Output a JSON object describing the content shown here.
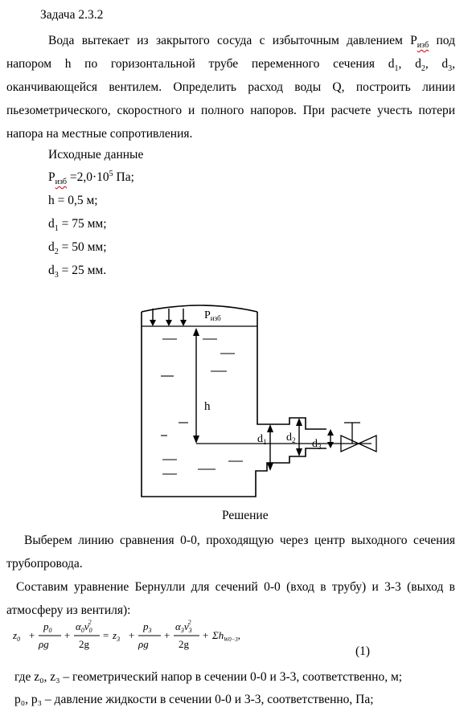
{
  "title": "Задача 2.3.2",
  "problem": {
    "part1": "Вода вытекает из закрытого сосуда с избыточным давлением P",
    "p_sub": "изб",
    "part2": " под напором h по горизонтальной трубе переменного сечения d",
    "d1_sub": "1",
    "sep1": ", d",
    "d2_sub": "2",
    "sep2": ", d",
    "d3_sub": "3",
    "part3": ", оканчивающейся вентилем. Определить расход воды Q, построить линии пьезометрического, скоростного и полного напоров. При расчете учесть потери напора на местные сопротивления."
  },
  "given": {
    "heading": "Исходные данные",
    "p_label": "P",
    "p_sub": "изб",
    "p_value": " =2,0·10",
    "p_exp": "5",
    "p_unit": " Па;",
    "h": "h = 0,5 м;",
    "d1_label": "d",
    "d1_sub": "1",
    "d1_value": " = 75 мм;",
    "d2_label": "d",
    "d2_sub": "2",
    "d2_value": " = 50 мм;",
    "d3_label": "d",
    "d3_sub": "3",
    "d3_value": " = 25 мм."
  },
  "figure": {
    "p_label": "P",
    "p_sub": "изб",
    "h_label": "h",
    "d1": "d",
    "d1_sub": "1",
    "d2": "d",
    "d2_sub": "2",
    "d3": "d",
    "d3_sub": "3"
  },
  "solution": {
    "heading": "Решение",
    "para1": "Выберем линию сравнения 0-0, проходящую через центр выходного сечения трубопровода.",
    "para2": "Составим уравнение Бернулли для сечений 0-0 (вход в трубу) и 3-3 (выход в атмосферу из вентиля):",
    "eq_number": "(1)",
    "where1": "где z₀, z₃ – геометрический напор в сечении 0-0 и 3-3, соответственно, м;",
    "where2": "p₀, p₃ – давление жидкости в сечении 0-0 и 3-3, соответственно, Па;"
  },
  "formula": {
    "z0": "z",
    "s0": "0",
    "p0": "p",
    "rho_g": "ρg",
    "alpha0": "α",
    "v0": "v",
    "two_g": "2g",
    "eq": "=",
    "z3": "z",
    "s3": "3",
    "p3": "p",
    "alpha3": "α",
    "v3": "v",
    "sum_h": "Σh",
    "sub_w": "W0−3",
    "plus": "+",
    "sq": "2",
    "comma": ","
  }
}
